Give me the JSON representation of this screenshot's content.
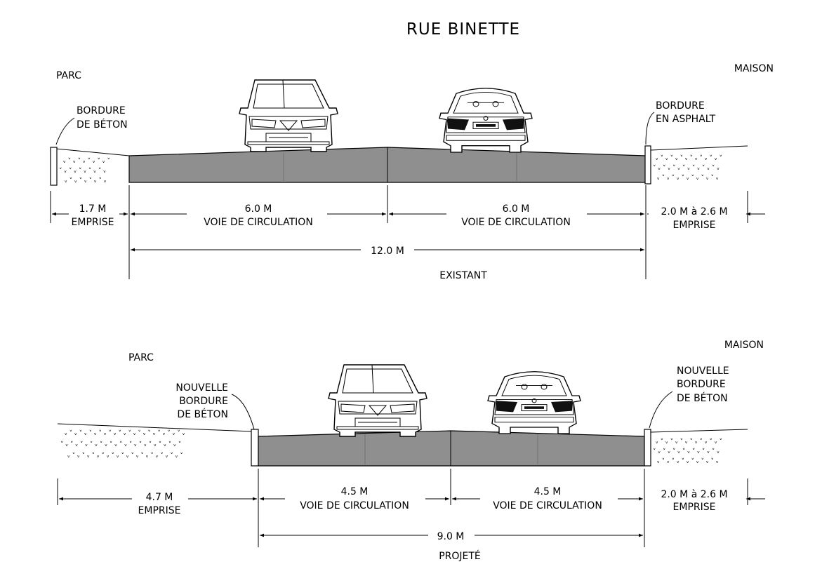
{
  "title": "RUE BINETTE",
  "existant": {
    "section_label": "EXISTANT",
    "left_side_label": "PARC",
    "right_side_label": "MAISON",
    "left_curb": [
      "BORDURE",
      "DE BÉTON"
    ],
    "right_curb": [
      "BORDURE",
      "EN ASPHALT"
    ],
    "left_emprise": [
      "1.7 M",
      "EMPRISE"
    ],
    "lane_left": [
      "6.0 M",
      "VOIE DE CIRCULATION"
    ],
    "lane_right": [
      "6.0 M",
      "VOIE DE CIRCULATION"
    ],
    "right_emprise": [
      "2.0 M à 2.6 M",
      "EMPRISE"
    ],
    "total": "12.0 M"
  },
  "projete": {
    "section_label": "PROJETÉ",
    "left_side_label": "PARC",
    "right_side_label": "MAISON",
    "left_curb": [
      "NOUVELLE",
      "BORDURE",
      "DE BÉTON"
    ],
    "right_curb": [
      "NOUVELLE",
      "BORDURE",
      "DE BÉTON"
    ],
    "left_emprise": [
      "4.7 M",
      "EMPRISE"
    ],
    "lane_left": [
      "4.5 M",
      "VOIE DE CIRCULATION"
    ],
    "lane_right": [
      "4.5 M",
      "VOIE DE CIRCULATION"
    ],
    "right_emprise": [
      "2.0 M à 2.6 M",
      "EMPRISE"
    ],
    "total": "9.0 M"
  },
  "colors": {
    "asphalt": "#8f8f8f",
    "line": "#000000",
    "background": "#ffffff"
  },
  "icons": [
    "car-front-icon",
    "car-rear-icon"
  ]
}
